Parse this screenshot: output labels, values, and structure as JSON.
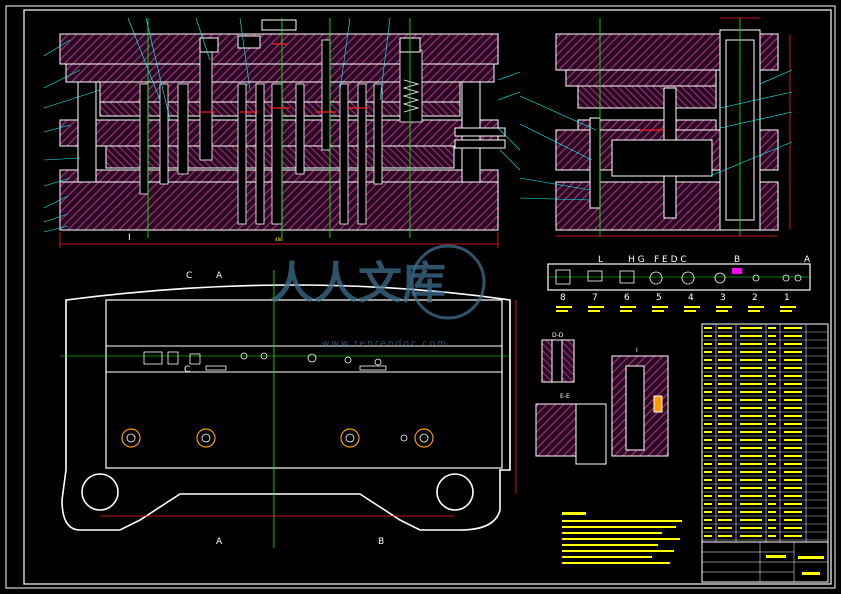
{
  "colors": {
    "background": "#000000",
    "outline": "#ffffff",
    "hatch": "#a0307a",
    "center_line": "#00ff00",
    "leader": "#00ffff",
    "dimension": "#ff0000",
    "notes_text": "#ffff00",
    "watermark": "#3d6f8f"
  },
  "watermark": {
    "text": "人人文库",
    "url": "www.renrendoc.com"
  },
  "section_letters": {
    "front_view_mark": "I",
    "strip_L": "L",
    "strip_HG": "H G",
    "strip_FED": "F E D C",
    "strip_B": "B",
    "strip_A": "A",
    "plan_C": "C",
    "plan_A_top": "A",
    "plan_A_bottom": "A",
    "plan_B_bottom": "B",
    "plan_C_mid": "C"
  },
  "strip_stations": [
    "8",
    "7",
    "6",
    "5",
    "4",
    "3",
    "2",
    "1"
  ],
  "detail_views": [
    "D-D",
    "I",
    "E-E"
  ]
}
